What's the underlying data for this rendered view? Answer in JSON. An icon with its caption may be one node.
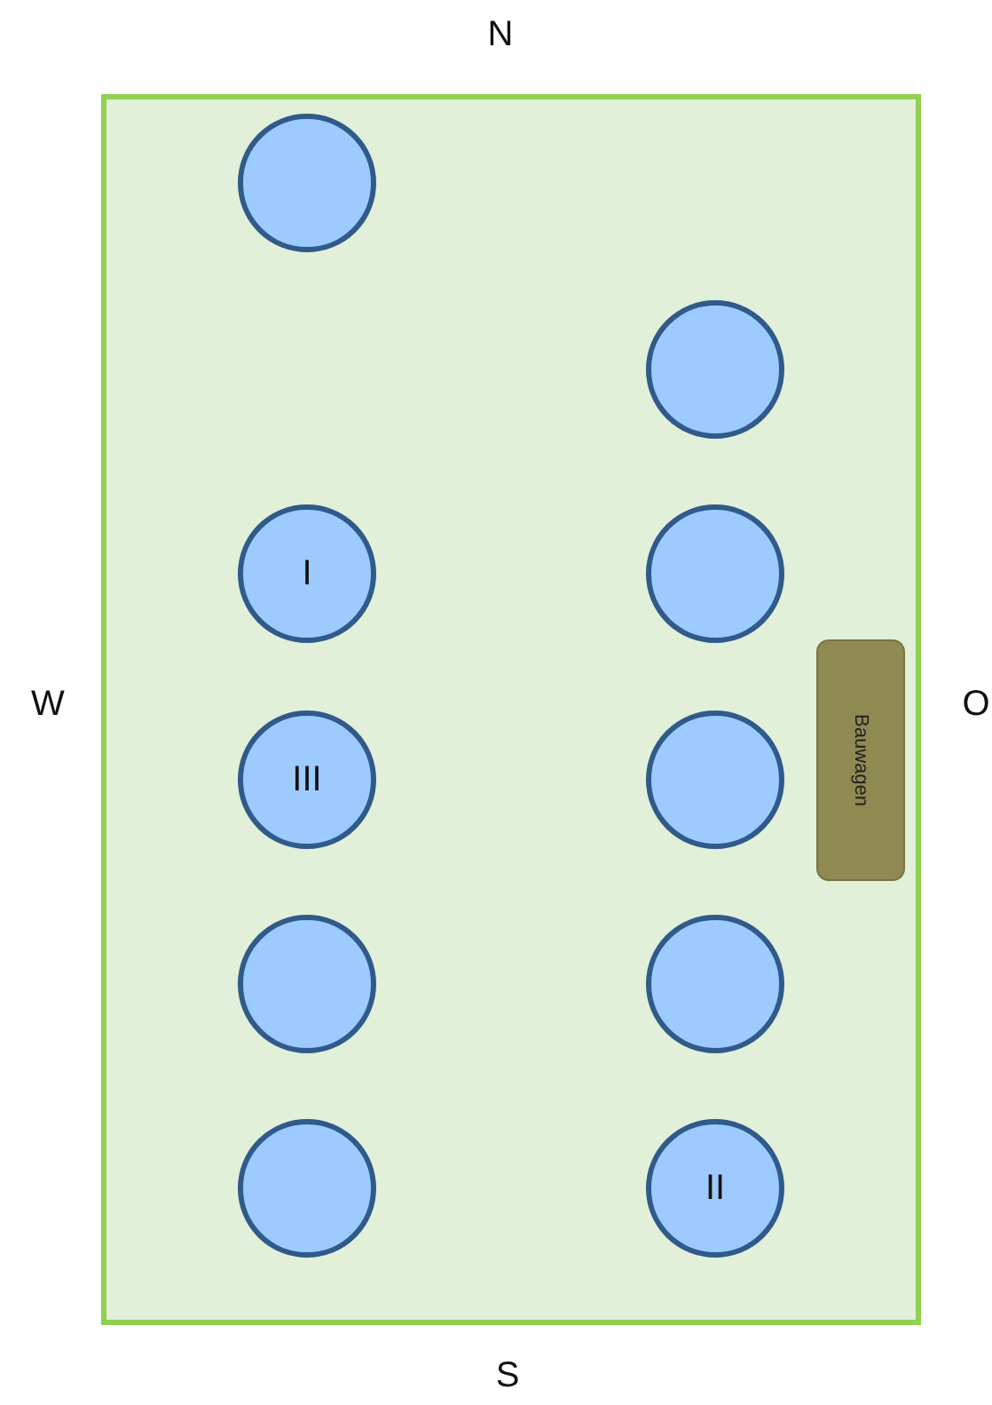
{
  "diagram": {
    "nodes": [
      {
        "text": [],
        "shape": "box"
      },
      {
        "text": [],
        "shape": "circle",
        "in": 0
      },
      {
        "text": [],
        "shape": "circle",
        "in": 0
      },
      {
        "text": [
          "I"
        ],
        "in": 0
      },
      {
        "text": [],
        "shape": "circle",
        "in": 0
      },
      {
        "text": [
          "III"
        ],
        "in": 0
      },
      {
        "text": [],
        "shape": "circle",
        "in": 0
      },
      {
        "text": [
          "Bauwagen"
        ],
        "in": 0
      },
      {
        "text": [],
        "shape": "circle",
        "in": 0
      },
      {
        "text": [],
        "shape": "circle",
        "in": 0
      },
      {
        "text": [],
        "shape": "circle",
        "in": 0
      },
      {
        "text": [
          "II"
        ],
        "in": 0
      }
    ],
    "labels": [
      "N",
      "W",
      "O",
      "S"
    ]
  }
}
